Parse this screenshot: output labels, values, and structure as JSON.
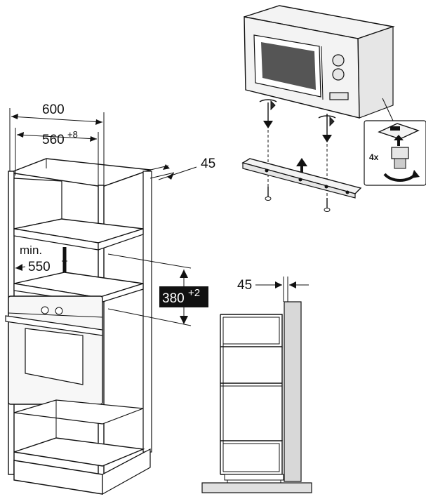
{
  "dimensions": {
    "width_total": "600",
    "width_inner": "560",
    "width_inner_tolerance": "+8",
    "depth_offset_top": "45",
    "min_label": "min.",
    "min_depth": "550",
    "niche_height": "380",
    "niche_height_tolerance": "+2",
    "side_depth_offset": "45"
  },
  "detail": {
    "quantity_label": "4x"
  },
  "colors": {
    "line": "#111111",
    "badge_background": "#111111",
    "badge_text": "#ffffff",
    "microwave_window": "#555555",
    "panel_fill": "#f3f3f3"
  },
  "icons": [
    "down-arrow-icon",
    "up-arrow-icon",
    "rotate-arrow-icon",
    "screw-icon"
  ]
}
